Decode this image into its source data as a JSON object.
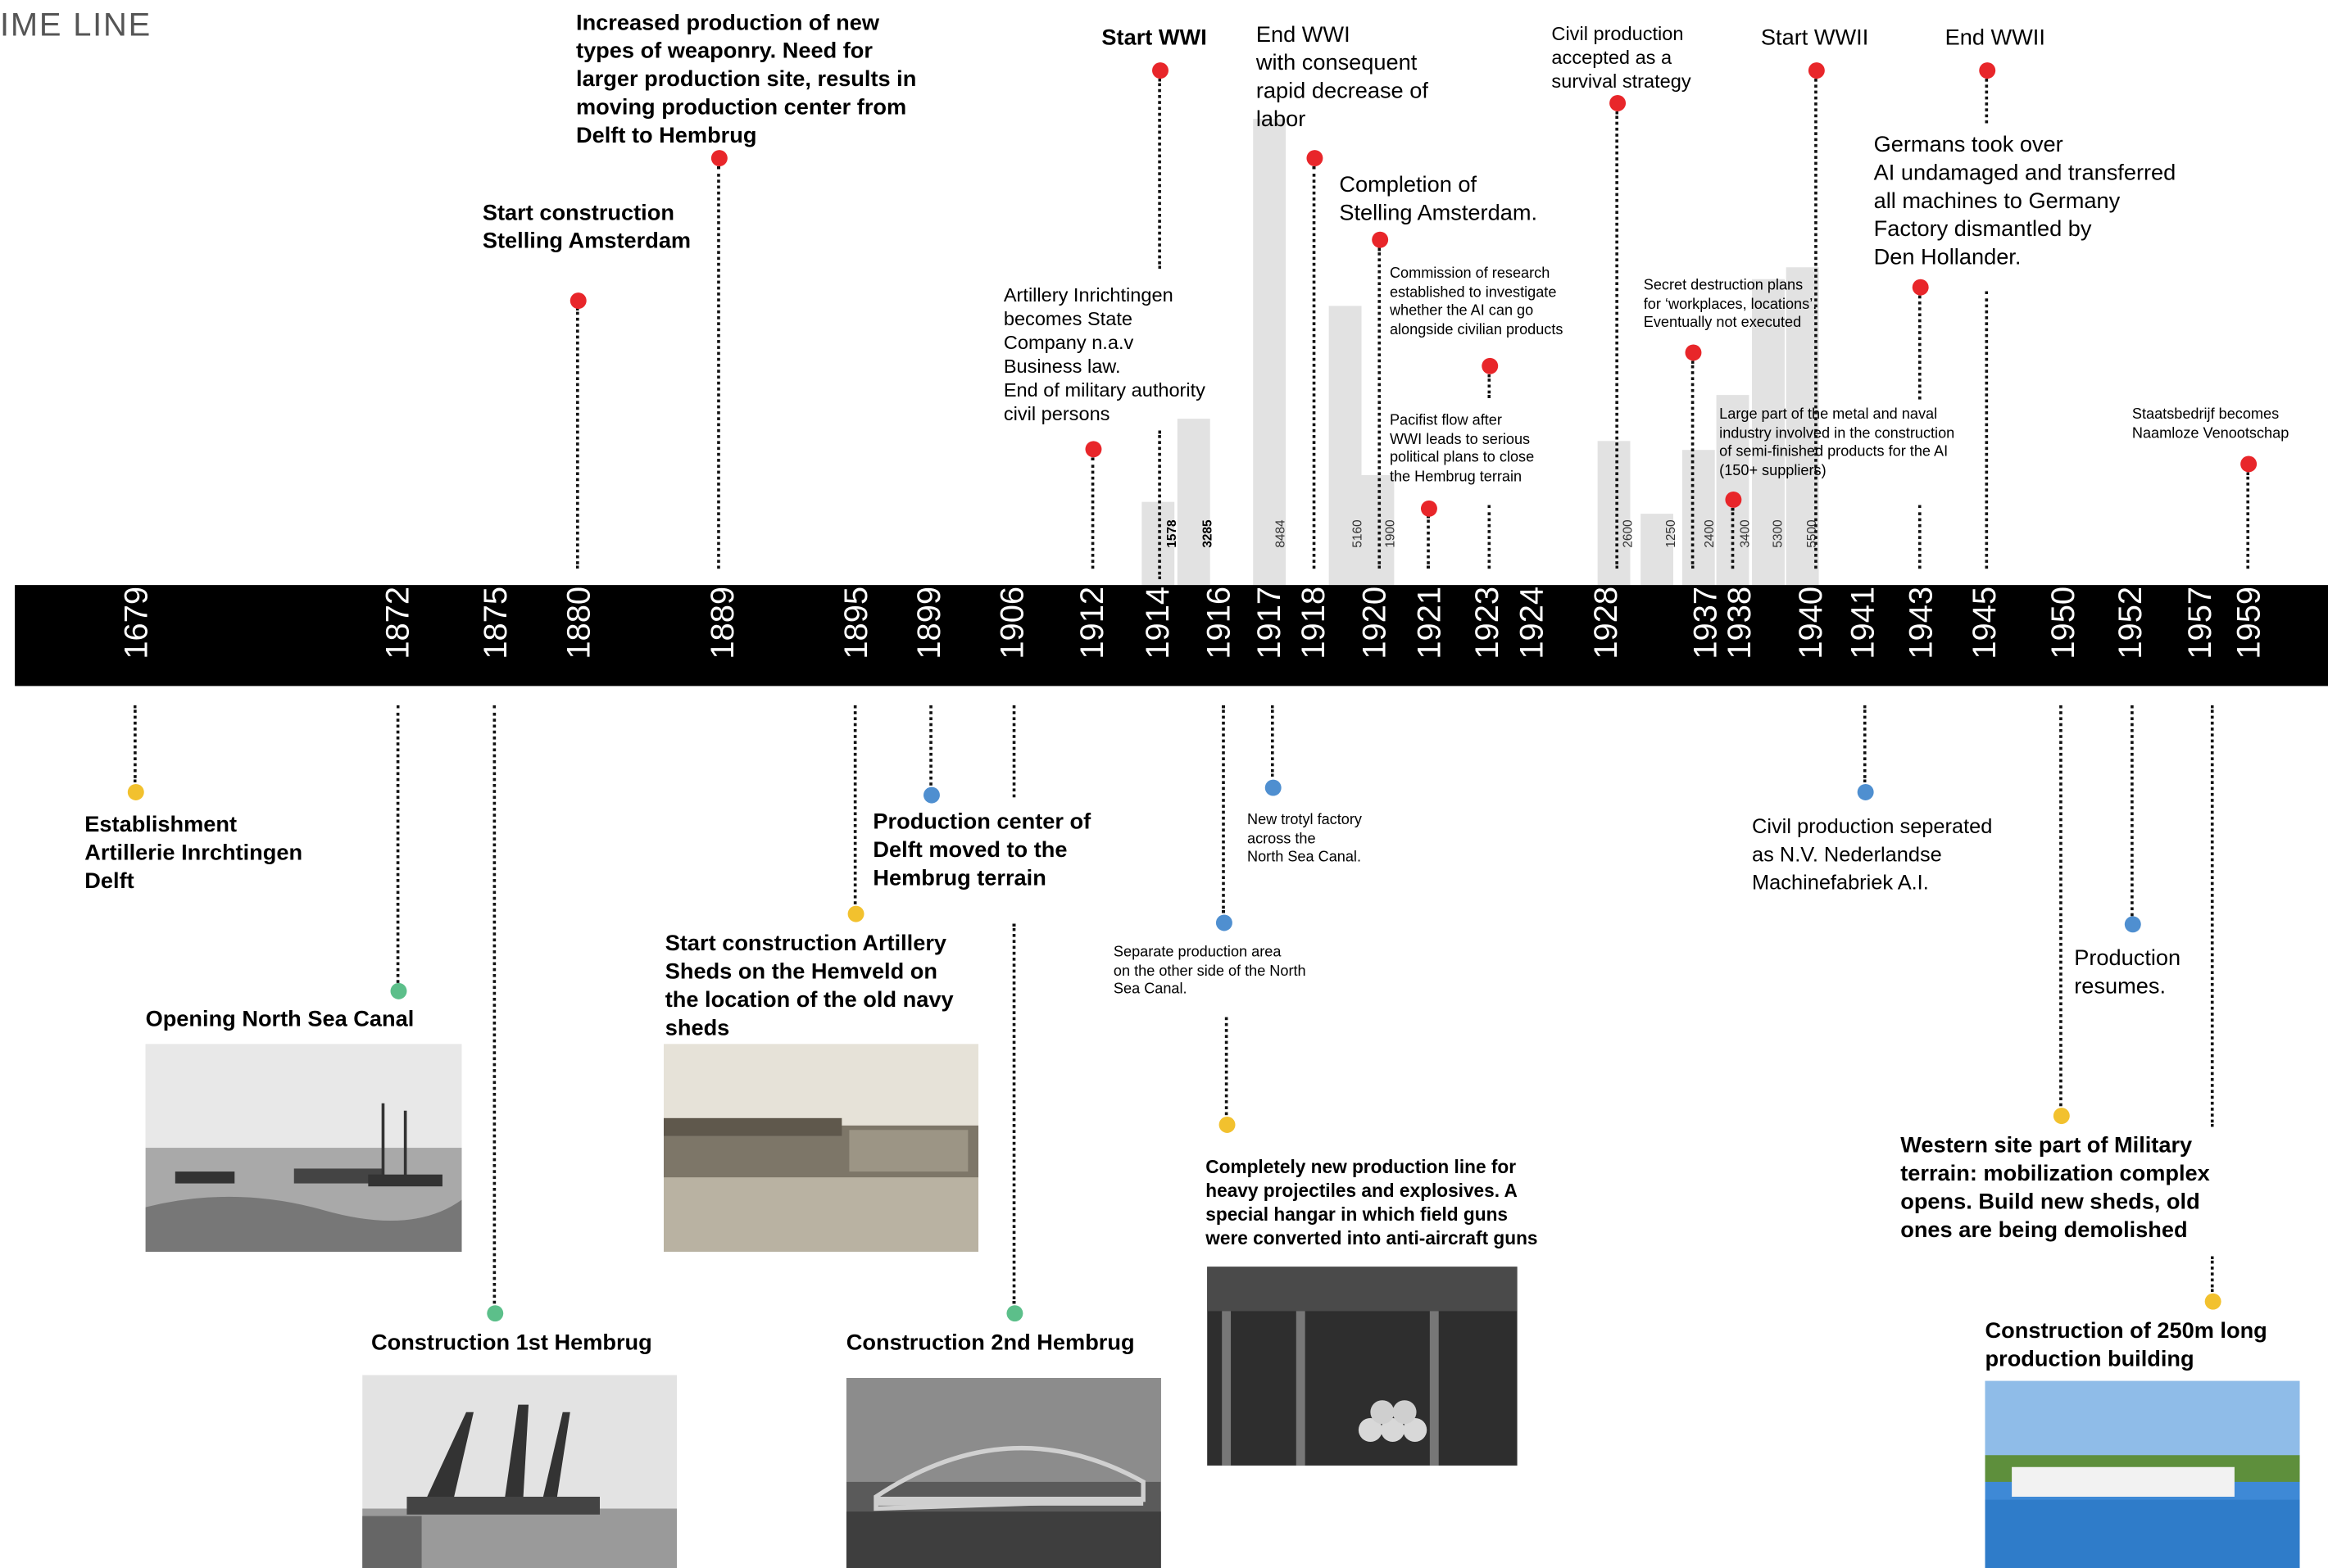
{
  "header": {
    "title": "IME LINE"
  },
  "colors": {
    "military": "#e8262a",
    "construction": "#f2c12e",
    "infrastructure": "#5cbf8a",
    "civil": "#4f8fd0",
    "bar": "#e2e2e2",
    "timeline": "#000000"
  },
  "years": [
    "1679",
    "1872",
    "1875",
    "1880",
    "1889",
    "1895",
    "1899",
    "1906",
    "1912",
    "1914",
    "1916",
    "1917",
    "1918",
    "1920",
    "1921",
    "1923",
    "1924",
    "1928",
    "1937",
    "1938",
    "1940",
    "1941",
    "1943",
    "1945",
    "1950",
    "1952",
    "1957",
    "1959"
  ],
  "bars": [
    "1578",
    "3285",
    "8484",
    "5160",
    "1900",
    "2600",
    "1250",
    "2400",
    "3400",
    "5300",
    "5500"
  ],
  "events_above": {
    "e1889": "Increased production of new\ntypes of weaponry. Need for\nlarger production site, results in\nmoving production center from\nDelft to Hembrug",
    "e1880": "Start construction\nStelling Amsterdam",
    "e1914": "Start WWI",
    "e1918": "End WWI\nwith consequent\nrapid decrease of\nlabor",
    "e1920": "Completion of\nStelling Amsterdam.",
    "e1920b": "Commission of research\nestablished to investigate\nwhether the AI can go\nalongside civilian products",
    "e1923": "Pacifist flow after\nWWI leads to serious\npolitical plans to close\nthe Hembrug terrain",
    "e1912": "Artillery Inrichtingen\nbecomes State\nCompany n.a.v\nBusiness law.\nEnd of military authority\ncivil persons",
    "e1928": "Civil production\naccepted as a\nsurvival strategy",
    "e1937": "Secret destruction plans\nfor ‘workplaces, locations’.\nEventually not executed",
    "e1938": "Large part of the metal and naval\nindustry involved in the construction\nof semi-finished products for the AI\n(150+ suppliers)",
    "e1940": "Start WWII",
    "e1945": "End WWII",
    "e1943": "Germans took over\nAI undamaged and transferred\nall machines to Germany\nFactory dismantled by\nDen Hollander.",
    "e1959": "Staatsbedrijf becomes\nNaamloze Venootschap"
  },
  "events_below": {
    "e1679": "Establishment\nArtillerie Inrchtingen\nDelft",
    "e1872": "Opening North Sea Canal",
    "e1875": "Construction 1st Hembrug",
    "e1895": "Start construction Artillery\nSheds on the Hemveld on\nthe location of the old navy\nsheds",
    "e1899": "Production center of\nDelft moved to the\nHembrug terrain",
    "e1906": "Construction 2nd Hembrug",
    "e1916a": "Separate production area\non the other side of the North\nSea Canal.",
    "e1917": "New trotyl factory\nacross the\nNorth Sea Canal.",
    "e1916b": "Completely new production line for\nheavy projectiles and explosives. A\nspecial hangar in which field guns\nwere converted into anti-aircraft guns",
    "e1941": "Civil production seperated\nas N.V. Nederlandse\nMachinefabriek A.I.",
    "e1952": "Production\nresumes.",
    "e1950": "Western site part of Military\nterrain: mobilization complex\nopens. Build new sheds, old\nones are being demolished",
    "e1957": "Construction of 250m long\nproduction building"
  }
}
